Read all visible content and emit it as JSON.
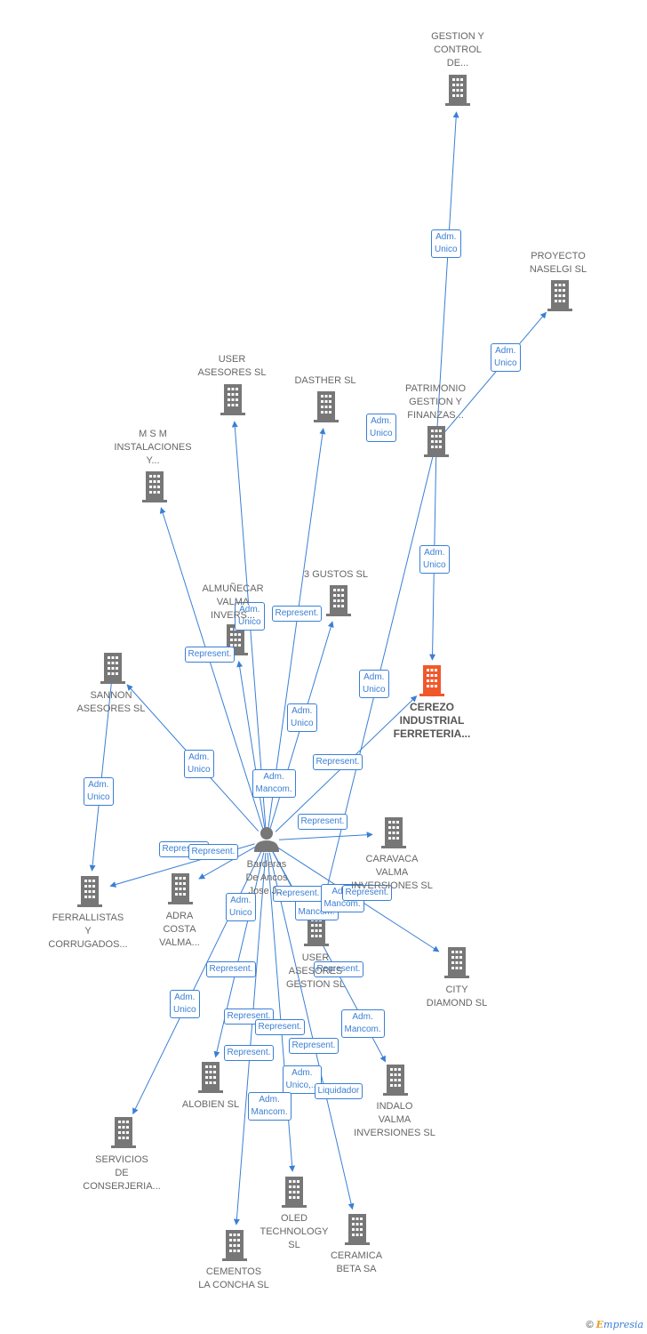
{
  "colors": {
    "edge": "#3a7fd5",
    "building": "#777777",
    "highlight": "#f0582c",
    "person": "#777777"
  },
  "person": {
    "id": "person",
    "label": "Barderas\nDe Ancos\nJose J...",
    "icon": "person-icon"
  },
  "nodes": [
    {
      "id": "gestion-control",
      "label": "GESTION Y\nCONTROL\nDE...",
      "icon": "building-icon"
    },
    {
      "id": "proyecto-naselgi",
      "label": "PROYECTO\nNASELGI  SL",
      "icon": "building-icon"
    },
    {
      "id": "patrimonio",
      "label": "PATRIMONIO\nGESTION Y\nFINANZAS...",
      "icon": "building-icon"
    },
    {
      "id": "user-asesores",
      "label": "USER\nASESORES SL",
      "icon": "building-icon"
    },
    {
      "id": "dasther",
      "label": "DASTHER SL",
      "icon": "building-icon"
    },
    {
      "id": "msm",
      "label": "M S M\nINSTALACIONES\nY...",
      "icon": "building-icon"
    },
    {
      "id": "almunecar",
      "label": "ALMUÑECAR\nVALMA\nINVERS...",
      "icon": "building-icon"
    },
    {
      "id": "tres-gustos",
      "label": "3 GUSTOS SL",
      "icon": "building-icon"
    },
    {
      "id": "cerezo",
      "label": "CEREZO\nINDUSTRIAL\nFERRETERIA...",
      "icon": "building-icon",
      "highlight": true
    },
    {
      "id": "sannon",
      "label": "SANNON\nASESORES  SL",
      "icon": "building-icon"
    },
    {
      "id": "caravaca",
      "label": "CARAVACA\nVALMA\nINVERSIONES SL",
      "icon": "building-icon"
    },
    {
      "id": "ferrallistas",
      "label": "FERRALLISTAS\nY\nCORRUGADOS...",
      "icon": "building-icon"
    },
    {
      "id": "adra",
      "label": "ADRA\nCOSTA\nVALMA...",
      "icon": "building-icon"
    },
    {
      "id": "user-gestion",
      "label": "USER\nASESORES\nGESTION SL",
      "icon": "building-icon"
    },
    {
      "id": "city-diamond",
      "label": "CITY\nDIAMOND SL",
      "icon": "building-icon"
    },
    {
      "id": "alobien",
      "label": "ALOBIEN SL",
      "icon": "building-icon"
    },
    {
      "id": "indalo",
      "label": "INDALO\nVALMA\nINVERSIONES SL",
      "icon": "building-icon"
    },
    {
      "id": "servicios",
      "label": "SERVICIOS\nDE\nCONSERJERIA...",
      "icon": "building-icon"
    },
    {
      "id": "oled",
      "label": "OLED\nTECHNOLOGY\nSL",
      "icon": "building-icon"
    },
    {
      "id": "ceramica",
      "label": "CERAMICA\nBETA SA",
      "icon": "building-icon"
    },
    {
      "id": "cementos",
      "label": "CEMENTOS\nLA CONCHA SL",
      "icon": "building-icon"
    }
  ],
  "edges": [
    {
      "from": "patrimonio",
      "to": "gestion-control",
      "label": "Adm.\nUnico"
    },
    {
      "from": "patrimonio",
      "to": "proyecto-naselgi",
      "label": "Adm.\nUnico"
    },
    {
      "from": "patrimonio",
      "to": "cerezo",
      "label": "Adm.\nUnico"
    },
    {
      "from": "patrimonio",
      "to": "user-gestion",
      "label": "Adm.\nUnico"
    },
    {
      "from": "person",
      "to": "user-asesores",
      "label": "Adm.\nUnico"
    },
    {
      "from": "person",
      "to": "dasther",
      "label": "Adm.\nUnico"
    },
    {
      "from": "person",
      "to": "msm",
      "label": "Represent."
    },
    {
      "from": "person",
      "to": "almunecar",
      "label": "Adm.\nMancom."
    },
    {
      "from": "person",
      "to": "tres-gustos",
      "label": "Represent."
    },
    {
      "from": "person",
      "to": "cerezo",
      "label": "Represent."
    },
    {
      "from": "person",
      "to": "sannon",
      "label": "Adm.\nUnico"
    },
    {
      "from": "person",
      "to": "caravaca",
      "label": "Represent."
    },
    {
      "from": "person",
      "to": "ferrallistas",
      "label": "Represent."
    },
    {
      "from": "person",
      "to": "adra",
      "label": "Represent."
    },
    {
      "from": "person",
      "to": "user-gestion",
      "label": "Adm.\nMancom."
    },
    {
      "from": "person",
      "to": "city-diamond",
      "label": "Represent."
    },
    {
      "from": "person",
      "to": "alobien",
      "label": "Represent."
    },
    {
      "from": "person",
      "to": "indalo",
      "label": "Adm.\nMancom."
    },
    {
      "from": "person",
      "to": "servicios",
      "label": "Adm.\nUnico"
    },
    {
      "from": "person",
      "to": "oled",
      "label": "Represent."
    },
    {
      "from": "person",
      "to": "ceramica",
      "label": "Adm.\nUnico,..."
    },
    {
      "from": "person",
      "to": "cementos",
      "label": "Adm.\nMancom."
    },
    {
      "from": "sannon",
      "to": "ferrallistas",
      "label": "Adm.\nUnico"
    }
  ],
  "extra_labels": [
    {
      "id": "a1",
      "label": "Adm.\nUnico"
    },
    {
      "id": "a2",
      "label": "Represent."
    },
    {
      "id": "a3",
      "label": "Represent."
    },
    {
      "id": "a4",
      "label": "Adm.\nUnico"
    },
    {
      "id": "a5",
      "label": "Represent."
    },
    {
      "id": "a6",
      "label": "Represent."
    },
    {
      "id": "a7",
      "label": "Adm.\nMancom."
    },
    {
      "id": "a8",
      "label": "Represent."
    },
    {
      "id": "a9",
      "label": "Liquidador"
    }
  ],
  "footer": {
    "copyright": "©",
    "brand_e": "E",
    "brand_rest": "mpresia"
  }
}
